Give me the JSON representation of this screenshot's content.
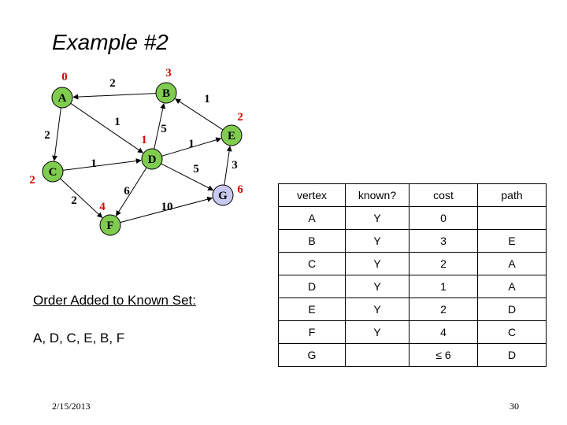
{
  "title": "Example #2",
  "graph": {
    "vertices": [
      {
        "id": "A",
        "cost": "0",
        "fill": "#80cc50"
      },
      {
        "id": "B",
        "cost": "3",
        "fill": "#80cc50"
      },
      {
        "id": "C",
        "cost": "2",
        "fill": "#80cc50"
      },
      {
        "id": "D",
        "cost": "1",
        "fill": "#80cc50"
      },
      {
        "id": "E",
        "cost": "2",
        "fill": "#80cc50"
      },
      {
        "id": "F",
        "cost": "4",
        "fill": "#80cc50"
      },
      {
        "id": "G",
        "cost": "6",
        "fill": "#c8c8f0"
      }
    ],
    "edges": [
      {
        "from": "B",
        "to": "A",
        "weight": "2"
      },
      {
        "from": "A",
        "to": "C",
        "weight": "2"
      },
      {
        "from": "A",
        "to": "D",
        "weight": "1"
      },
      {
        "from": "E",
        "to": "B",
        "weight": "1"
      },
      {
        "from": "D",
        "to": "B",
        "weight": "5"
      },
      {
        "from": "C",
        "to": "D",
        "weight": "1"
      },
      {
        "from": "D",
        "to": "E",
        "weight": "1"
      },
      {
        "from": "D",
        "to": "G",
        "weight": "5"
      },
      {
        "from": "G",
        "to": "E",
        "weight": "3"
      },
      {
        "from": "C",
        "to": "F",
        "weight": "2"
      },
      {
        "from": "D",
        "to": "F",
        "weight": "6"
      },
      {
        "from": "F",
        "to": "G",
        "weight": "10"
      }
    ],
    "cost_color": "#dd0000"
  },
  "table": {
    "headers": [
      "vertex",
      "known?",
      "cost",
      "path"
    ],
    "rows": [
      [
        "A",
        "Y",
        "0",
        ""
      ],
      [
        "B",
        "Y",
        "3",
        "E"
      ],
      [
        "C",
        "Y",
        "2",
        "A"
      ],
      [
        "D",
        "Y",
        "1",
        "A"
      ],
      [
        "E",
        "Y",
        "2",
        "D"
      ],
      [
        "F",
        "Y",
        "4",
        "C"
      ],
      [
        "G",
        "",
        "≤ 6",
        "D"
      ]
    ]
  },
  "order": {
    "heading": "Order Added to Known Set:",
    "list": "A, D, C, E, B, F"
  },
  "footer": {
    "date": "2/15/2013",
    "page": "30"
  }
}
